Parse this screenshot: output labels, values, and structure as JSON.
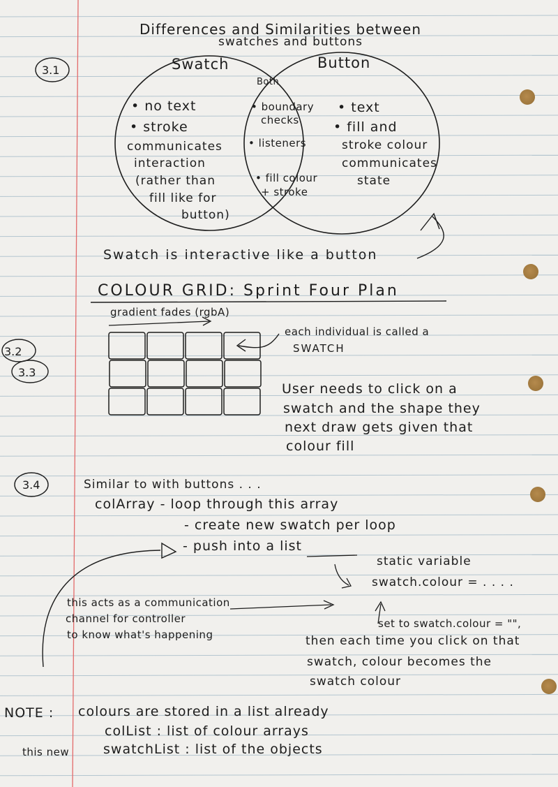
{
  "page": {
    "title_line1": "Differences and Similarities between",
    "title_line2": "swatches and buttons"
  },
  "venn": {
    "label": "3.1",
    "left_title": "Swatch",
    "right_title": "Button",
    "overlap_title": "Both",
    "left_items": [
      "• no text",
      "• stroke",
      "communicates",
      "interaction",
      "(rather than",
      "fill like for",
      "button)"
    ],
    "overlap_items": [
      "• boundary",
      "checks",
      "• listeners",
      "• fill colour",
      "+ stroke"
    ],
    "right_items": [
      "• text",
      "• fill and",
      "stroke colour",
      "communicates",
      "state"
    ],
    "caption": "Swatch is interactive like a button"
  },
  "grid_plan": {
    "heading": "COLOUR GRID:  Sprint Four Plan",
    "labels": [
      "3.2",
      "3.3"
    ],
    "gradient_note": "gradient fades (rgbA)",
    "swatch_note_line1": "each individual is called a",
    "swatch_note_line2": "SWATCH",
    "user_note": [
      "User needs to click on a",
      "swatch and the shape they",
      "next draw gets given that",
      "colour fill"
    ]
  },
  "loop_plan": {
    "label": "3.4",
    "lines": [
      "Similar to with buttons . . .",
      "colArray  -  loop through this array",
      "-  create new swatch per loop",
      "-  push into  a list"
    ],
    "static_note": [
      "static variable",
      "swatch.colour = . . . ."
    ],
    "channel_note": [
      "this acts as a communication",
      "channel for controller",
      "to know what's happening"
    ],
    "set_note": [
      "set to swatch.colour = \"\",",
      "then each time you click on that",
      "swatch, colour becomes the",
      "swatch colour"
    ]
  },
  "note": {
    "prefix": "NOTE :",
    "line1": "colours are stored in a list already",
    "line2": "colList :  list of colour arrays",
    "line3_prefix": "this new",
    "line3": "swatchList :  list of the objects"
  },
  "colors": {
    "paper": "#f1f0ed",
    "rule": "#9fb7c6",
    "margin": "#e36a6a",
    "ink": "#1d1d1d",
    "hole": "#a27a3f"
  }
}
